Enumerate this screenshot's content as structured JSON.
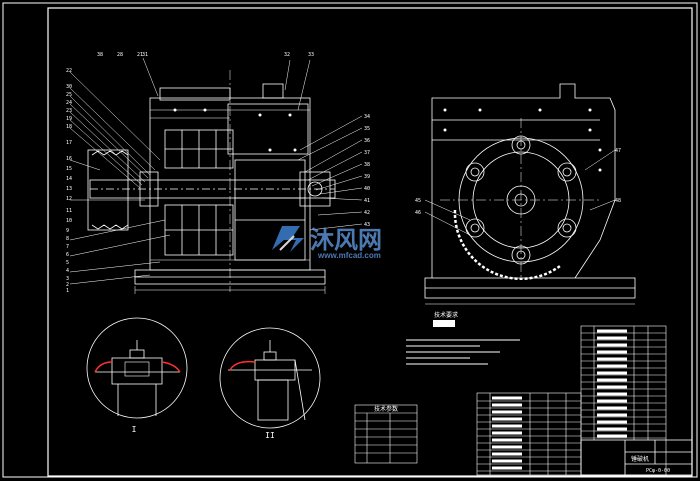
{
  "drawing": {
    "background": "#000000",
    "line_color": "#ffffff",
    "accent_color": "#ff3030",
    "front_view_callouts_left": [
      "38",
      "28",
      "21",
      "22",
      "30",
      "25",
      "24",
      "23",
      "19",
      "18",
      "17",
      "16",
      "15",
      "14",
      "13",
      "12",
      "11",
      "10",
      "9",
      "8",
      "7",
      "6",
      "5",
      "4",
      "3",
      "2",
      "1"
    ],
    "front_view_callouts_top": [
      "31",
      "32",
      "33"
    ],
    "front_view_callouts_right": [
      "34",
      "35",
      "36",
      "37",
      "38",
      "39",
      "40",
      "41",
      "42",
      "43"
    ],
    "side_view_callouts": [
      "45",
      "46",
      "47",
      "48"
    ],
    "detail_left_label": "I",
    "detail_right_label": "II",
    "tech_req_title": "技术要求",
    "tech_spec_title": "技术参数",
    "title_block_name": "锤破机",
    "title_block_code": "PCφ-0-00"
  },
  "watermark": {
    "logo_text": "沐风网",
    "url_text": "www.mfcad.com",
    "color": "#5a8fd0"
  }
}
